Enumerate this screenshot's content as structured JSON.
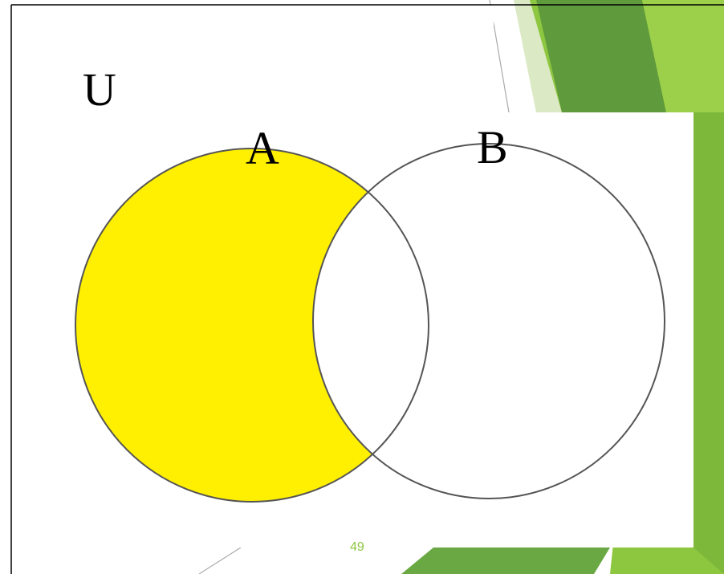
{
  "diagram": {
    "universe_label": "U",
    "set_a_label": "A",
    "set_b_label": "B",
    "shaded_region": "A minus B",
    "colors": {
      "shading": "#ffef00",
      "outline": "#555555",
      "background": "#ffffff",
      "accent_dark": "#5f9a3c",
      "accent_light": "#8dc63f"
    }
  },
  "slide": {
    "page_number": "49"
  }
}
